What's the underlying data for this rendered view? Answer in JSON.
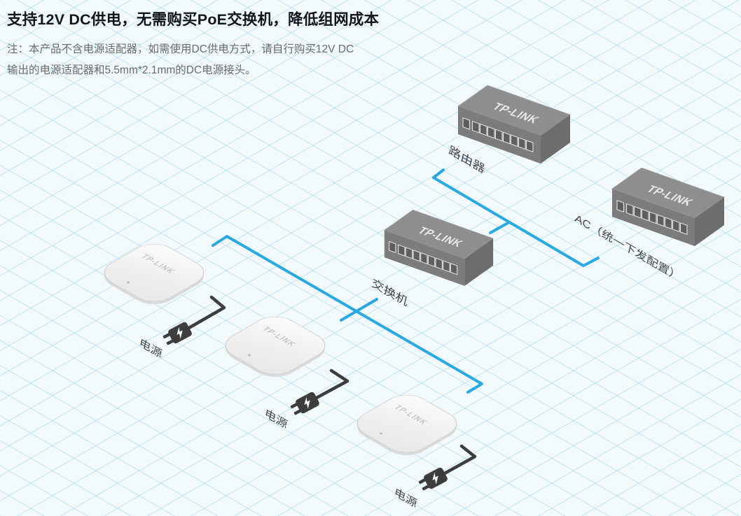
{
  "header": {
    "title": "支持12V DC供电，无需购买PoE交换机，降低组网成本",
    "note_line1": "注：本产品不含电源适配器，如需使用DC供电方式，请自行购买12V DC",
    "note_line2": "输出的电源适配器和5.5mm*2.1mm的DC电源接头。"
  },
  "diagram": {
    "router": {
      "brand": "TP-LINK",
      "label": "路由器"
    },
    "ac": {
      "brand": "TP-LINK",
      "label": "AC（统一下发配置）"
    },
    "switch": {
      "brand": "TP-LINK",
      "label": "交换机"
    },
    "aps": [
      {
        "brand": "TP-LINK",
        "power_label": "电源"
      },
      {
        "brand": "TP-LINK",
        "power_label": "电源"
      },
      {
        "brand": "TP-LINK",
        "power_label": "电源"
      }
    ]
  },
  "colors": {
    "background": "#f2f9fc",
    "grid_line": "#cfe9f4",
    "link_blue": "#29a9e2",
    "cable_dark": "#3d3d3d",
    "device_gray": "#8c8c8c",
    "title_text": "#13151c",
    "note_text": "#6b6b6b",
    "label_text": "#474747"
  }
}
